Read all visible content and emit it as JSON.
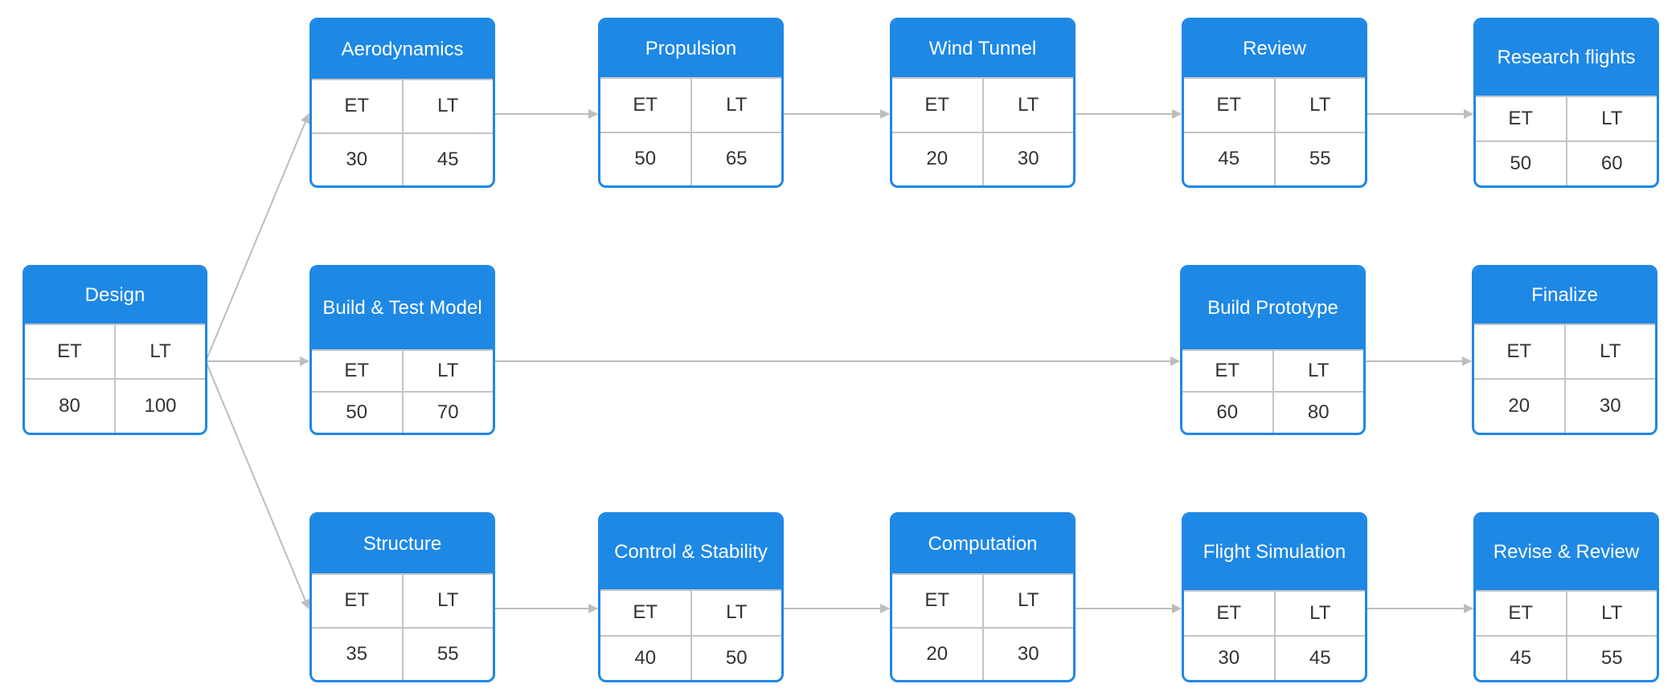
{
  "colors": {
    "node_header": "#1e88e5",
    "node_border": "#1e88e5",
    "node_header_text": "#ffffff",
    "cell_text": "#333333",
    "grid_line": "#c4c4c4",
    "edge": "#bdbdbd"
  },
  "nodes": [
    {
      "id": "design",
      "label": "Design",
      "col1_label": "ET",
      "col2_label": "LT",
      "et": "80",
      "lt": "100"
    },
    {
      "id": "aerodynamics",
      "label": "Aerodynamics",
      "col1_label": "ET",
      "col2_label": "LT",
      "et": "30",
      "lt": "45"
    },
    {
      "id": "propulsion",
      "label": "Propulsion",
      "col1_label": "ET",
      "col2_label": "LT",
      "et": "50",
      "lt": "65"
    },
    {
      "id": "wind-tunnel",
      "label": "Wind Tunnel",
      "col1_label": "ET",
      "col2_label": "LT",
      "et": "20",
      "lt": "30"
    },
    {
      "id": "review",
      "label": "Review",
      "col1_label": "ET",
      "col2_label": "LT",
      "et": "45",
      "lt": "55"
    },
    {
      "id": "research-flights",
      "label": "Research flights",
      "col1_label": "ET",
      "col2_label": "LT",
      "et": "50",
      "lt": "60"
    },
    {
      "id": "build-test-model",
      "label": "Build & Test Model",
      "col1_label": "ET",
      "col2_label": "LT",
      "et": "50",
      "lt": "70"
    },
    {
      "id": "build-prototype",
      "label": "Build Prototype",
      "col1_label": "ET",
      "col2_label": "LT",
      "et": "60",
      "lt": "80"
    },
    {
      "id": "finalize",
      "label": "Finalize",
      "col1_label": "ET",
      "col2_label": "LT",
      "et": "20",
      "lt": "30"
    },
    {
      "id": "structure",
      "label": "Structure",
      "col1_label": "ET",
      "col2_label": "LT",
      "et": "35",
      "lt": "55"
    },
    {
      "id": "control-stability",
      "label": "Control & Stability",
      "col1_label": "ET",
      "col2_label": "LT",
      "et": "40",
      "lt": "50"
    },
    {
      "id": "computation",
      "label": "Computation",
      "col1_label": "ET",
      "col2_label": "LT",
      "et": "20",
      "lt": "30"
    },
    {
      "id": "flight-simulation",
      "label": "Flight Simulation",
      "col1_label": "ET",
      "col2_label": "LT",
      "et": "30",
      "lt": "45"
    },
    {
      "id": "revise-review",
      "label": "Revise & Review",
      "col1_label": "ET",
      "col2_label": "LT",
      "et": "45",
      "lt": "55"
    }
  ],
  "edges": [
    {
      "from": "design",
      "to": "aerodynamics"
    },
    {
      "from": "design",
      "to": "build-test-model"
    },
    {
      "from": "design",
      "to": "structure"
    },
    {
      "from": "aerodynamics",
      "to": "propulsion"
    },
    {
      "from": "propulsion",
      "to": "wind-tunnel"
    },
    {
      "from": "wind-tunnel",
      "to": "review"
    },
    {
      "from": "review",
      "to": "research-flights"
    },
    {
      "from": "build-test-model",
      "to": "build-prototype"
    },
    {
      "from": "build-prototype",
      "to": "finalize"
    },
    {
      "from": "structure",
      "to": "control-stability"
    },
    {
      "from": "control-stability",
      "to": "computation"
    },
    {
      "from": "computation",
      "to": "flight-simulation"
    },
    {
      "from": "flight-simulation",
      "to": "revise-review"
    }
  ]
}
